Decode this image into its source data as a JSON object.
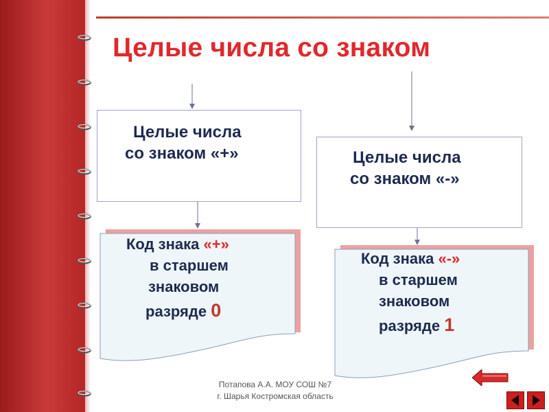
{
  "title": "Целые числа со знаком",
  "left_branch": {
    "box_line1": "Целые числа",
    "box_line2": "со знаком «+»",
    "code_prefix": "Код знака ",
    "code_sign": "«+»",
    "code_line2": "в старшем",
    "code_line3": "знаковом",
    "code_line4": "разряде ",
    "code_digit": "0"
  },
  "right_branch": {
    "box_line1": "Целые числа",
    "box_line2": "со знаком «-»",
    "code_prefix": "Код знака ",
    "code_sign": "«-»",
    "code_line2": "в старшем",
    "code_line3": "знаковом",
    "code_line4": "разряде ",
    "code_digit": "1"
  },
  "footer": {
    "line1": "Потапова А.А. МОУ СОШ №7",
    "line2": "г. Шарья Костромская область"
  },
  "colors": {
    "title": "#e0282c",
    "spine": "#b42727",
    "box_text": "#1d2a4f",
    "doc_fill": "#eef6fa",
    "doc_shadow": "#e89090",
    "nav_button": "#cc1f1f"
  },
  "icons": {
    "back": "back-arrow-icon",
    "prev": "triangle-left-icon",
    "next": "triangle-right-icon"
  }
}
